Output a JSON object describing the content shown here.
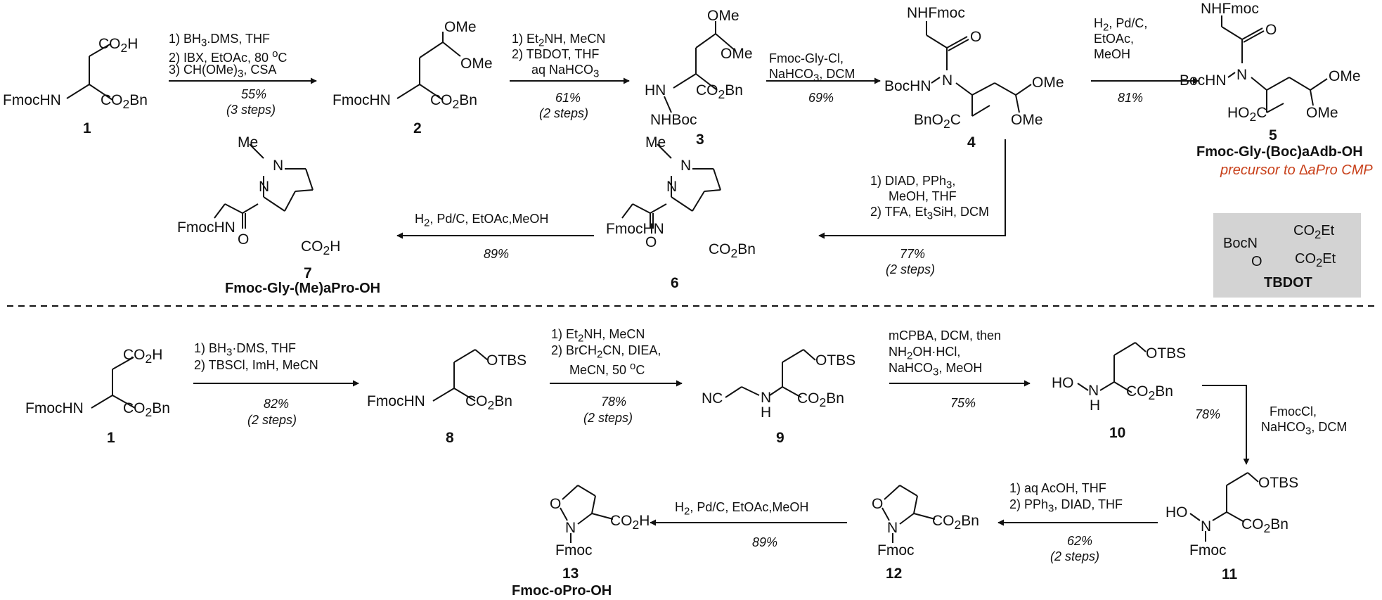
{
  "colors": {
    "ink": "#111111",
    "accent_red": "#c8401a",
    "box_gray": "#d3d3d3"
  },
  "top": {
    "c1": {
      "a": "CO",
      "a_sub": "2",
      "a2": "H",
      "b": "FmocHN",
      "c": "CO",
      "c_sub": "2",
      "c2": "Bn",
      "num": "1"
    },
    "step1": {
      "l1": "1) BH",
      "l1_sub": "3",
      "l1b": ".DMS, THF",
      "l2": "2) IBX, EtOAc, 80 ",
      "l2_sup": "o",
      "l2b": "C",
      "l3": "3) CH(OMe)",
      "l3_sub": "3",
      "l3b": ", CSA",
      "yield": "55%",
      "steps": "(3 steps)"
    },
    "c2": {
      "ome1": "OMe",
      "ome2": "OMe",
      "b": "FmocHN",
      "c": "CO",
      "c_sub": "2",
      "c2": "Bn",
      "num": "2"
    },
    "step2": {
      "l1": "1) Et",
      "l1_sub": "2",
      "l1b": "NH, MeCN",
      "l2": "2) TBDOT, THF",
      "l3": "aq NaHCO",
      "l3_sub": "3",
      "yield": "61%",
      "steps": "(2 steps)"
    },
    "c3": {
      "ome1": "OMe",
      "ome2": "OMe",
      "hn": "HN",
      "nhboc": "NHBoc",
      "c": "CO",
      "c_sub": "2",
      "c2": "Bn",
      "num": "3"
    },
    "step3": {
      "l1": "Fmoc-Gly-Cl,",
      "l2": "NaHCO",
      "l2_sub": "3",
      "l2b": ", DCM",
      "yield": "69%"
    },
    "c4": {
      "nhfmoc": "NHFmoc",
      "o": "O",
      "bochn": "BocHN",
      "n": "N",
      "ome1": "OMe",
      "ome2": "OMe",
      "bno2c": "BnO",
      "bno2c_sub": "2",
      "bno2c_b": "C",
      "num": "4"
    },
    "step4": {
      "l1": "H",
      "l1_sub": "2",
      "l1b": ", Pd/C,",
      "l2": "EtOAc,",
      "l3": "MeOH",
      "yield": "81%"
    },
    "c5": {
      "nhfmoc": "NHFmoc",
      "o": "O",
      "bochn": "BocHN",
      "n": "N",
      "ome1": "OMe",
      "ome2": "OMe",
      "ho2c": "HO",
      "ho2c_sub": "2",
      "ho2c_b": "C",
      "num": "5",
      "name": "Fmoc-Gly-(Boc)aAdb-OH",
      "precursor": "precursor to ∆aPro CMP"
    },
    "step5": {
      "l1": "1) DIAD, PPh",
      "l1_sub": "3",
      "l1b": ",",
      "l2": "MeOH, THF",
      "l3": "2) TFA, Et",
      "l3_sub": "3",
      "l3b": "SiH, DCM",
      "yield": "77%",
      "steps": "(2 steps)"
    },
    "c6": {
      "me": "Me",
      "n1": "N",
      "n2": "N",
      "fmochn": "FmocHN",
      "o": "O",
      "c": "CO",
      "c_sub": "2",
      "c2": "Bn",
      "num": "6"
    },
    "step6": {
      "l1": "H",
      "l1_sub": "2",
      "l1b": ", Pd/C, EtOAc,MeOH",
      "yield": "89%"
    },
    "c7": {
      "me": "Me",
      "n1": "N",
      "n2": "N",
      "fmochn": "FmocHN",
      "o": "O",
      "c": "CO",
      "c_sub": "2",
      "c2": "H",
      "num": "7",
      "name": "Fmoc-Gly-(Me)aPro-OH"
    },
    "tbdot": {
      "bocn": "BocN",
      "o": "O",
      "co2et1": "CO",
      "co2et1_sub": "2",
      "co2et1_b": "Et",
      "co2et2": "CO",
      "co2et2_sub": "2",
      "co2et2_b": "Et",
      "name": "TBDOT"
    }
  },
  "bottom": {
    "c1": {
      "a": "CO",
      "a_sub": "2",
      "a2": "H",
      "b": "FmocHN",
      "c": "CO",
      "c_sub": "2",
      "c2": "Bn",
      "num": "1"
    },
    "step1": {
      "l1": "1) BH",
      "l1_sub": "3",
      "l1b": "·DMS, THF",
      "l2": "2) TBSCl, ImH, MeCN",
      "yield": "82%",
      "steps": "(2 steps)"
    },
    "c8": {
      "otbs": "OTBS",
      "b": "FmocHN",
      "c": "CO",
      "c_sub": "2",
      "c2": "Bn",
      "num": "8"
    },
    "step2": {
      "l1": "1) Et",
      "l1_sub": "2",
      "l1b": "NH, MeCN",
      "l2": "2) BrCH",
      "l2_sub": "2",
      "l2b": "CN, DIEA,",
      "l3": "MeCN, 50 ",
      "l3_sup": "o",
      "l3b": "C",
      "yield": "78%",
      "steps": "(2 steps)"
    },
    "c9": {
      "otbs": "OTBS",
      "nc": "NC",
      "nh": "N",
      "h": "H",
      "c": "CO",
      "c_sub": "2",
      "c2": "Bn",
      "num": "9"
    },
    "step3": {
      "l1": "mCPBA, DCM, then",
      "l2": "NH",
      "l2_sub": "2",
      "l2b": "OH·HCl,",
      "l3": "NaHCO",
      "l3_sub": "3",
      "l3b": ", MeOH",
      "yield": "75%"
    },
    "c10": {
      "otbs": "OTBS",
      "ho": "HO",
      "n": "N",
      "h": "H",
      "c": "CO",
      "c_sub": "2",
      "c2": "Bn",
      "num": "10"
    },
    "step4": {
      "yield": "78%",
      "l1": "FmocCl,",
      "l2": "NaHCO",
      "l2_sub": "3",
      "l2b": ", DCM"
    },
    "c11": {
      "otbs": "OTBS",
      "ho": "HO",
      "n": "N",
      "fmoc": "Fmoc",
      "c": "CO",
      "c_sub": "2",
      "c2": "Bn",
      "num": "11"
    },
    "step5": {
      "l1": "1) aq AcOH, THF",
      "l2": "2) PPh",
      "l2_sub": "3",
      "l2b": ", DIAD, THF",
      "yield": "62%",
      "steps": "(2 steps)"
    },
    "c12": {
      "o": "O",
      "n": "N",
      "fmoc": "Fmoc",
      "c": "CO",
      "c_sub": "2",
      "c2": "Bn",
      "num": "12"
    },
    "step6": {
      "l1": "H",
      "l1_sub": "2",
      "l1b": ", Pd/C, EtOAc,MeOH",
      "yield": "89%"
    },
    "c13": {
      "o": "O",
      "n": "N",
      "fmoc": "Fmoc",
      "c": "CO",
      "c_sub": "2",
      "c2": "H",
      "num": "13",
      "name": "Fmoc-oPro-OH"
    }
  }
}
